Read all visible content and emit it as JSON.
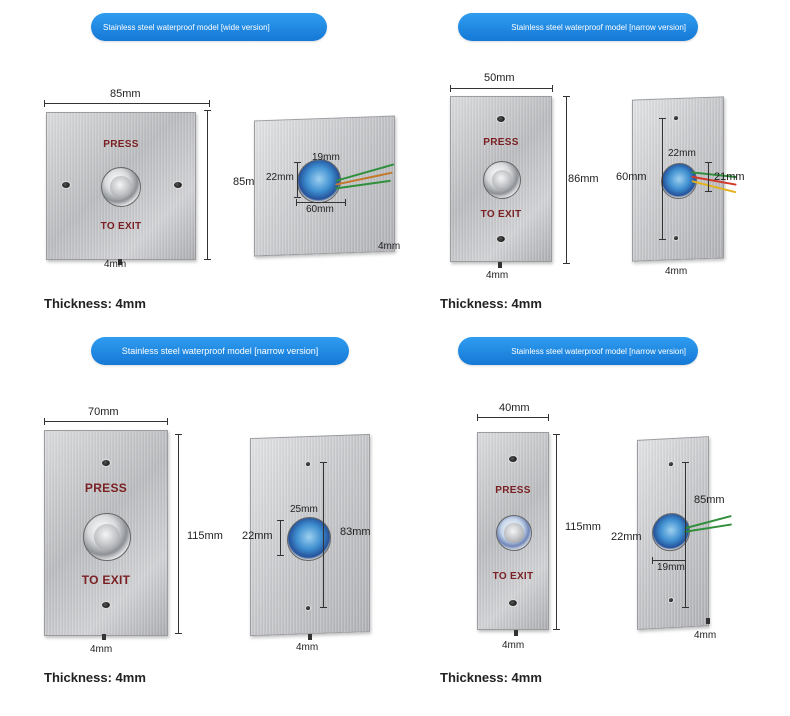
{
  "sections": [
    {
      "title": "Stainless steel waterproof model [wide version]",
      "front": {
        "press": "PRESS",
        "exit": "TO EXIT",
        "width": "85mm",
        "height": "85mm",
        "thickness_dim": "4mm"
      },
      "back": {
        "d1": "19mm",
        "d2": "22mm",
        "d3": "60mm",
        "thickness_dim": "4mm"
      },
      "thickness": "Thickness: 4mm"
    },
    {
      "title": "Stainless steel waterproof model [narrow version]",
      "front": {
        "press": "PRESS",
        "exit": "TO EXIT",
        "width": "50mm",
        "height": "86mm",
        "thickness_dim": "4mm"
      },
      "back": {
        "d1": "22mm",
        "d2": "60mm",
        "d3": "21mm",
        "thickness_dim": "4mm"
      },
      "thickness": "Thickness: 4mm"
    },
    {
      "title": "Stainless steel waterproof model [narrow version]",
      "front": {
        "press": "PRESS",
        "exit": "TO EXIT",
        "width": "70mm",
        "height": "115mm",
        "thickness_dim": "4mm"
      },
      "back": {
        "d1": "25mm",
        "d2": "22mm",
        "d3": "83mm",
        "thickness_dim": "4mm"
      },
      "thickness": "Thickness: 4mm"
    },
    {
      "title": "Stainless steel waterproof model [narrow version]",
      "front": {
        "press": "PRESS",
        "exit": "TO EXIT",
        "width": "40mm",
        "height": "115mm",
        "thickness_dim": "4mm"
      },
      "back": {
        "d1": "85mm",
        "d2": "22mm",
        "d3": "19mm",
        "thickness_dim": "4mm"
      },
      "thickness": "Thickness: 4mm"
    }
  ],
  "colors": {
    "pill": "#1a7fdc",
    "press_text": "#7a1f22",
    "module": "#3f8fd0"
  }
}
